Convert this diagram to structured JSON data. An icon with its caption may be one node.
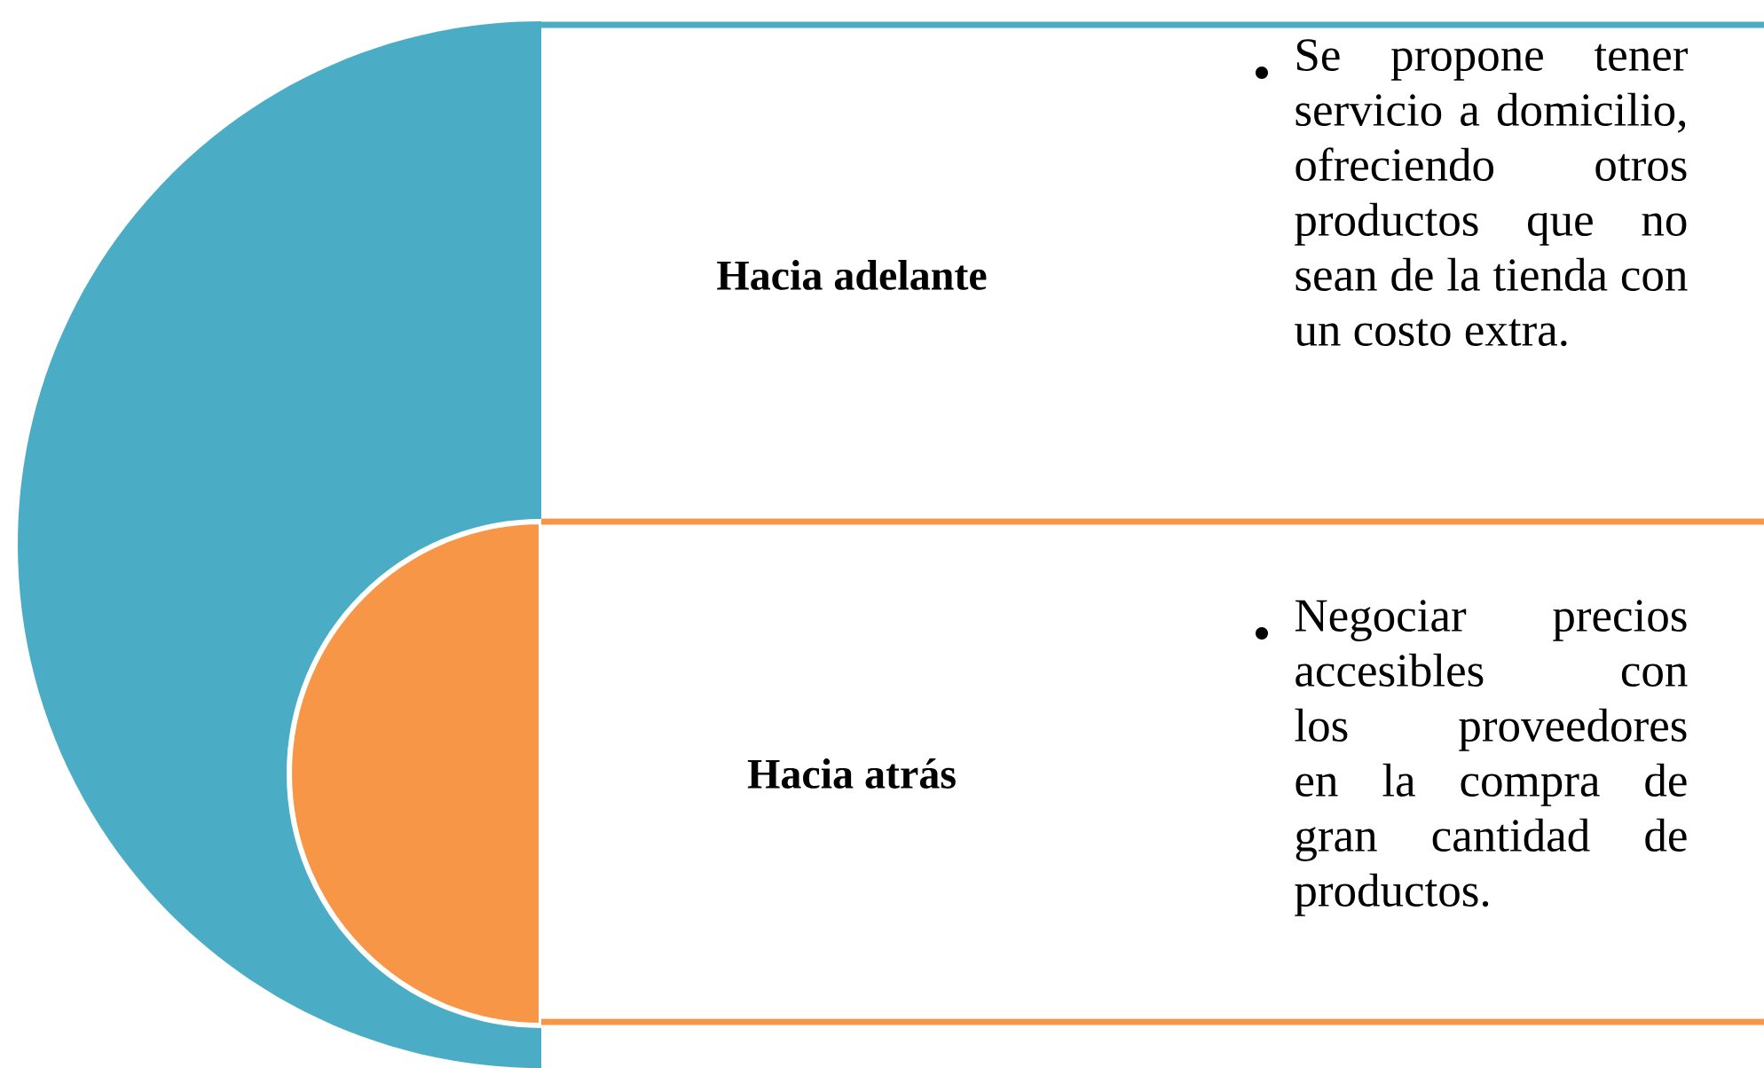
{
  "diagram": {
    "nodes": [
      {
        "text": [
          "Hacia adelante",
          "Se propone tener servicio a domicilio, ofreciendo otros productos que no sean de la tienda con un costo extra."
        ]
      },
      {
        "text": [
          "Hacia atrás",
          "Negociar precios accesibles con los proveedores en la compra de gran cantidad de productos."
        ]
      }
    ]
  }
}
